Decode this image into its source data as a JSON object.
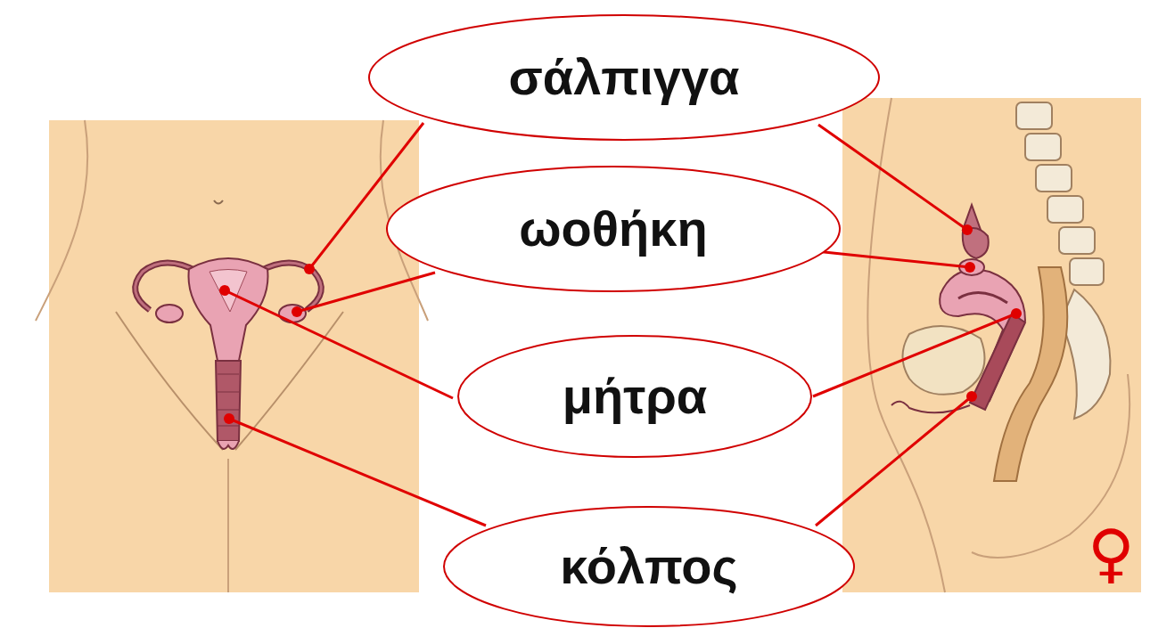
{
  "diagram": {
    "nodes": [
      {
        "text": [
          "σάλπιγγα"
        ]
      },
      {
        "text": [
          "ωοθήκη"
        ]
      },
      {
        "text": [
          "μήτρα"
        ]
      },
      {
        "text": [
          "κόλπος"
        ]
      }
    ],
    "labels": [
      "♀"
    ]
  }
}
